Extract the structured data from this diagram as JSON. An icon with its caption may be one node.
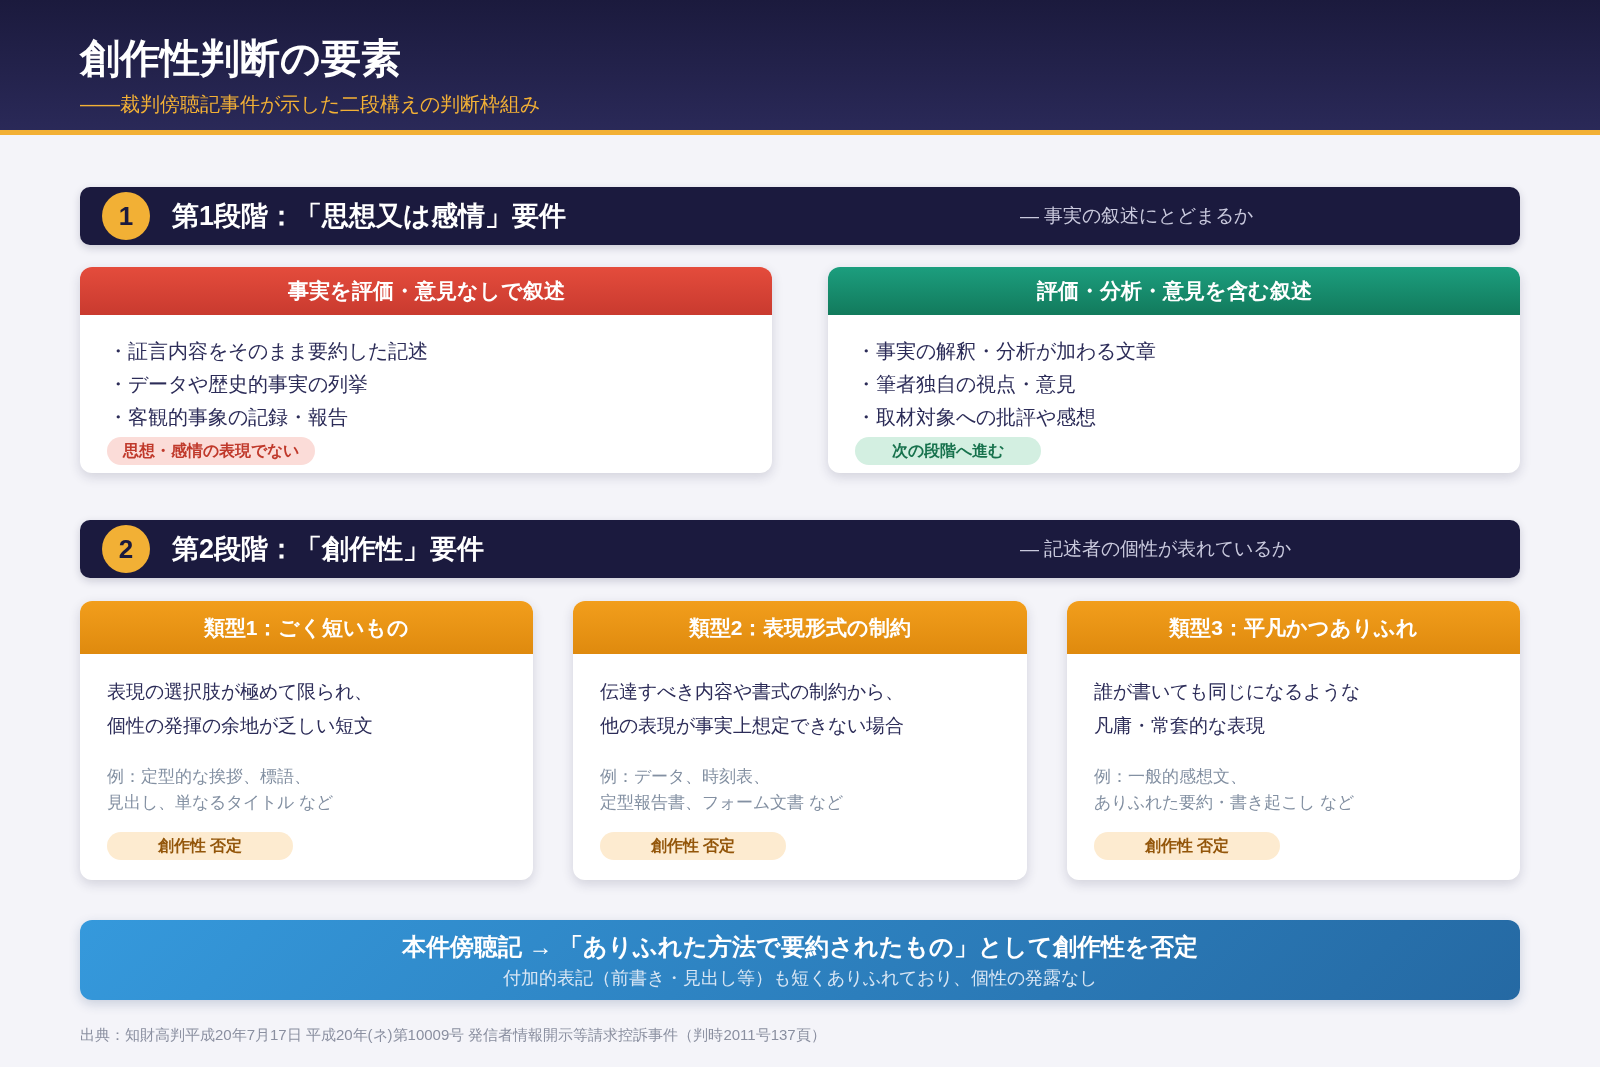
{
  "diagram": {
    "title": "創作性判断の要素",
    "nodes": [
      {
        "text": [
          "第1段階：「思想又は感情」要件",
          "— 事実の叙述にとどまるか"
        ]
      },
      {
        "text": [
          "1"
        ],
        "in": 0
      },
      {
        "text": [
          "事実を評価・意見なしで叙述",
          "・証言内容をそのまま要約した記述",
          "・データや歴史的事実の列挙",
          "・客観的事象の記録・報告"
        ]
      },
      {
        "text": [
          "思想・感情の表現でない"
        ],
        "in": 2
      },
      {
        "text": [
          "評価・分析・意見を含む叙述",
          "・事実の解釈・分析が加わる文章",
          "・筆者独自の視点・意見",
          "・取材対象への批評や感想"
        ]
      },
      {
        "text": [
          "次の段階へ進む"
        ],
        "in": 4
      },
      {
        "text": [
          "第2段階：「創作性」要件",
          "— 記述者の個性が表れているか"
        ]
      },
      {
        "text": [
          "2"
        ],
        "in": 6
      },
      {
        "text": [
          "類型1：ごく短いもの",
          "表現の選択肢が極めて限られ、個性の発揮の余地が乏しい短文",
          "例：定型的な挨拶、標語、見出し、単なるタイトル など"
        ]
      },
      {
        "text": [
          "創作性 否定"
        ],
        "in": 8
      },
      {
        "text": [
          "類型2：表現形式の制約",
          "伝達すべき内容や書式の制約から、他の表現が事実上想定できない場合",
          "例：データ、時刻表、定型報告書、フォーム文書 など"
        ]
      },
      {
        "text": [
          "創作性 否定"
        ],
        "in": 10
      },
      {
        "text": [
          "類型3：平凡かつありふれ",
          "誰が書いても同じになるような凡庸・常套的な表現",
          "例：一般的感想文、ありふれた要約・書き起こし など"
        ]
      },
      {
        "text": [
          "創作性 否定"
        ],
        "in": 12
      },
      {
        "text": [
          "本件傍聴記 → 「ありふれた方法で要約されたもの」として創作性を否定",
          "付加的表記（前書き・見出し等）も短くありふれており、個性の発露なし"
        ]
      }
    ],
    "labels": [
      "——裁判傍聴記事件が示した二段構えの判断枠組み",
      "出典：知財高判平成20年7月17日 平成20年(ネ)第10009号 発信者情報開示等請求控訴事件（判時2011号137頁）"
    ]
  }
}
